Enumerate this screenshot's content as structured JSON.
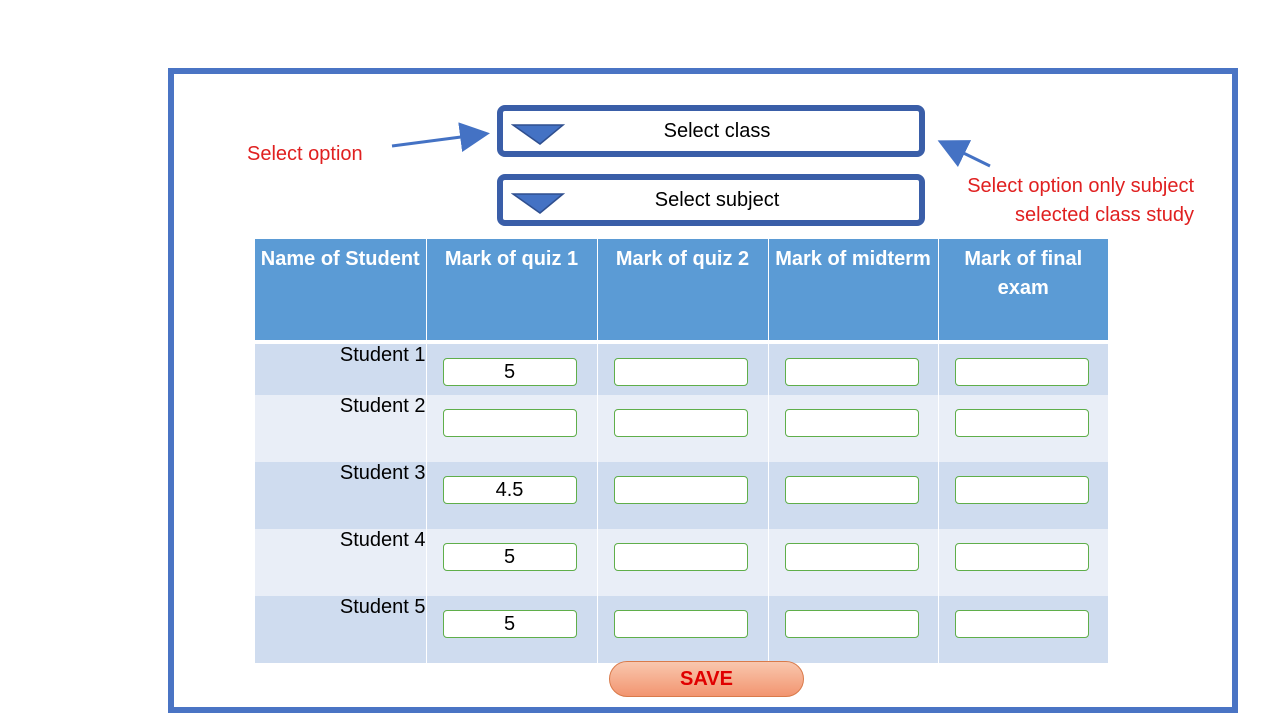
{
  "selectors": {
    "class_label": "Select class",
    "subject_label": "Select subject"
  },
  "annotations": {
    "left": "Select option",
    "right_line1": "Select option only subject",
    "right_line2": "selected class study"
  },
  "table": {
    "headers": [
      "Name of Student",
      "Mark of quiz 1",
      "Mark of quiz 2",
      "Mark of midterm",
      "Mark of final exam"
    ],
    "rows": [
      {
        "name": "Student 1",
        "marks": [
          "5",
          "",
          "",
          ""
        ]
      },
      {
        "name": "Student 2",
        "marks": [
          "",
          "",
          "",
          ""
        ]
      },
      {
        "name": "Student 3",
        "marks": [
          "4.5",
          "",
          "",
          ""
        ]
      },
      {
        "name": "Student 4",
        "marks": [
          "5",
          "",
          "",
          ""
        ]
      },
      {
        "name": "Student 5",
        "marks": [
          "5",
          "",
          "",
          ""
        ]
      }
    ]
  },
  "save_label": "SAVE",
  "colors": {
    "frame": "#4a74c4",
    "header_bg": "#5b9bd5",
    "annotation": "#e02020",
    "save_text": "#e00000"
  }
}
